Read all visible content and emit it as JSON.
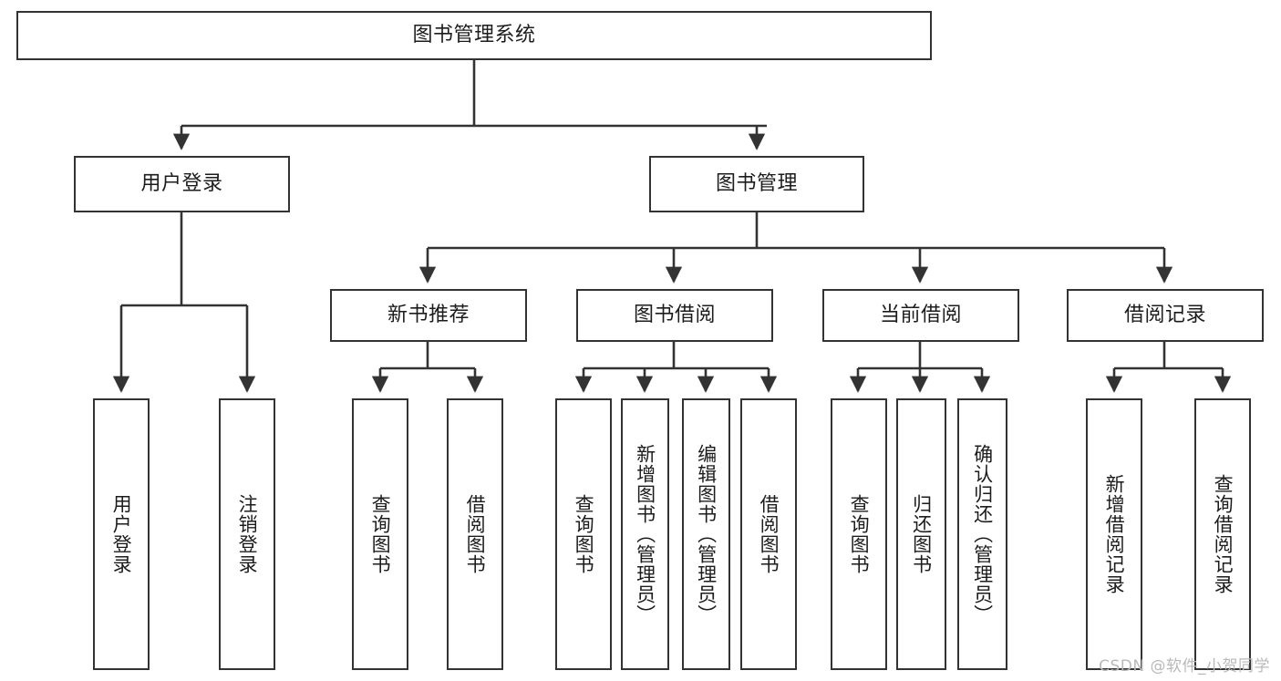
{
  "diagram": {
    "title": "图书管理系统",
    "type": "tree",
    "watermark": "CSDN @软件_小贺同学",
    "colors": {
      "stroke": "#333333",
      "fill": "#ffffff",
      "text": "#1c1c1c",
      "watermark": "#b9b9b9"
    },
    "root": {
      "label": "图书管理系统"
    },
    "level2": [
      {
        "label": "用户登录"
      },
      {
        "label": "图书管理"
      }
    ],
    "level3": [
      {
        "label": "新书推荐"
      },
      {
        "label": "图书借阅"
      },
      {
        "label": "当前借阅"
      },
      {
        "label": "借阅记录"
      }
    ],
    "leaves": {
      "user_login": [
        {
          "label": "用户登录"
        },
        {
          "label": "注销登录"
        }
      ],
      "new_book": [
        {
          "label": "查询图书"
        },
        {
          "label": "借阅图书"
        }
      ],
      "book_borrow": [
        {
          "label": "查询图书"
        },
        {
          "label": "新增图书（管理员）"
        },
        {
          "label": "编辑图书（管理员）"
        },
        {
          "label": "借阅图书"
        }
      ],
      "current_borrow": [
        {
          "label": "查询图书"
        },
        {
          "label": "归还图书"
        },
        {
          "label": "确认归还（管理员）"
        }
      ],
      "borrow_record": [
        {
          "label": "新增借阅记录"
        },
        {
          "label": "查询借阅记录"
        }
      ]
    }
  }
}
